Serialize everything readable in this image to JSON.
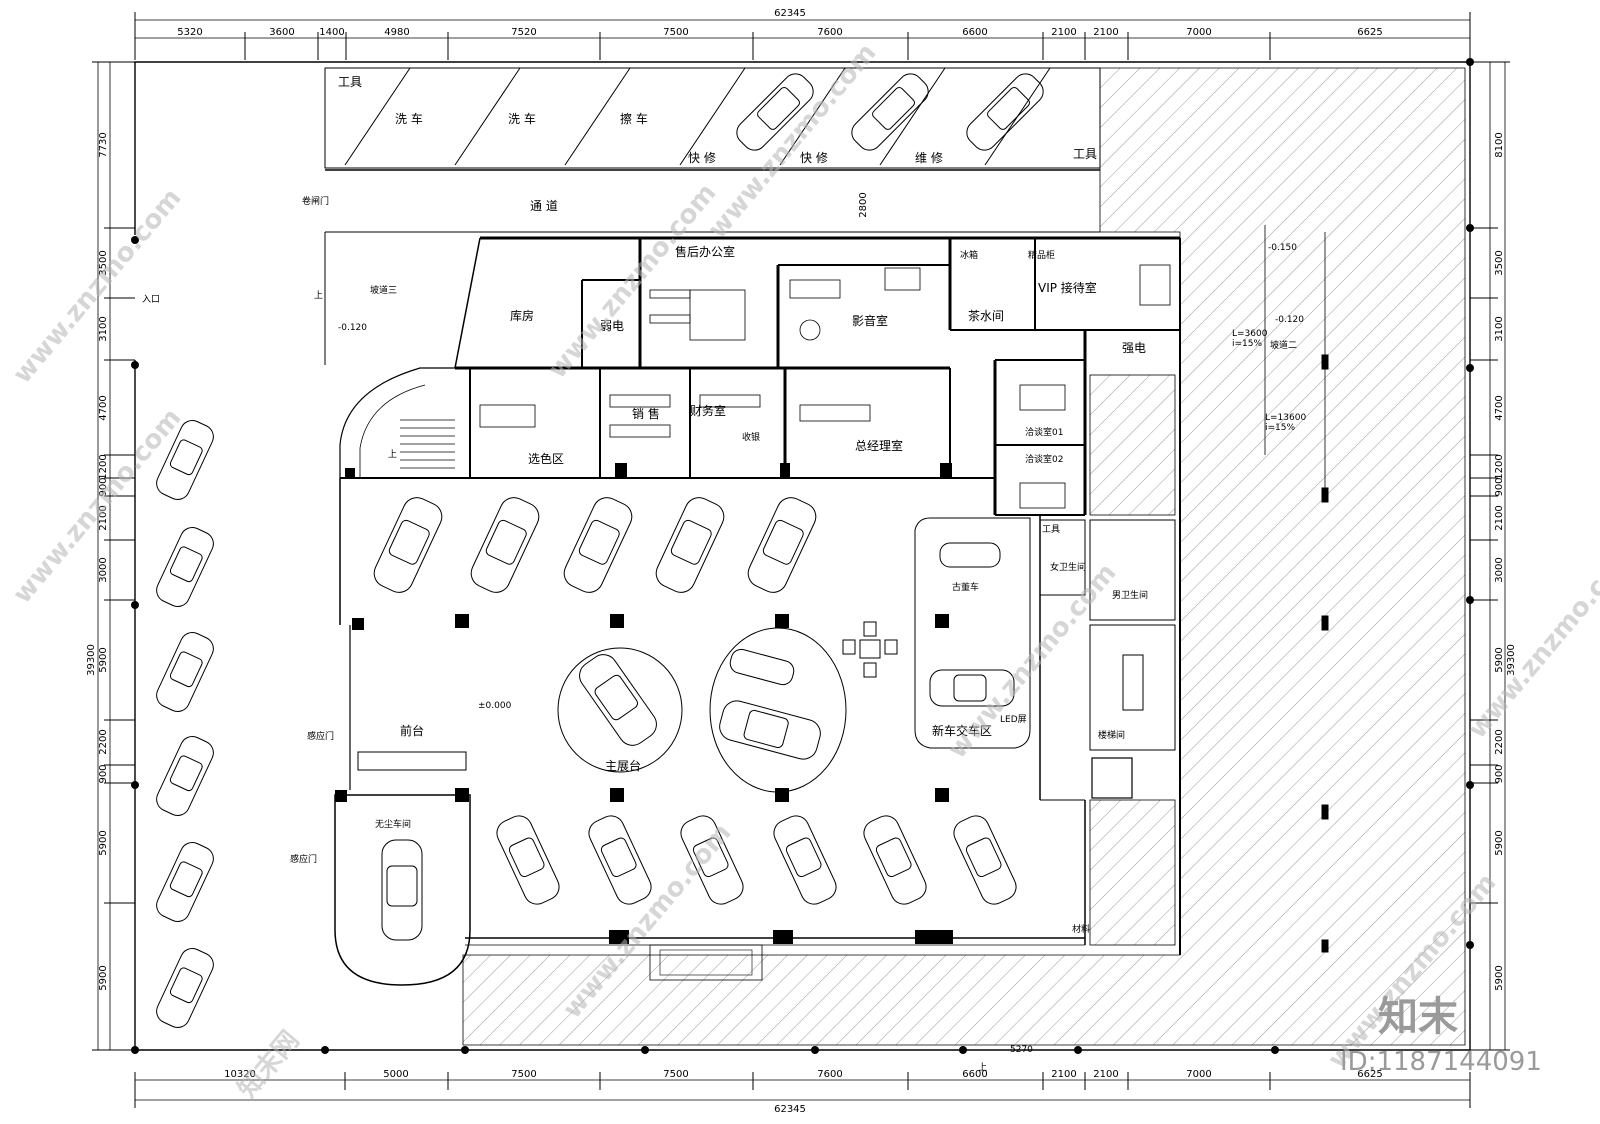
{
  "dimensions": {
    "total": "62345",
    "top": [
      "5320",
      "3600",
      "1400",
      "4980",
      "7520",
      "7500",
      "7600",
      "6600",
      "2100",
      "2100",
      "7000",
      "6625"
    ],
    "bottom": [
      "10320",
      "5000",
      "7500",
      "7500",
      "7600",
      "6600",
      "2100",
      "2100",
      "7000",
      "6625"
    ],
    "left": [
      "7730",
      "3500",
      "3100",
      "4700",
      "1200",
      "900",
      "2100",
      "3000",
      "5900",
      "2200",
      "900",
      "5900",
      "5900"
    ],
    "right": [
      "8100",
      "3500",
      "3100",
      "4700",
      "1200",
      "900",
      "2100",
      "3000",
      "5900",
      "2200",
      "900",
      "5900",
      "5900"
    ],
    "side_total": "39300",
    "corridor": "2800",
    "bottom_inner": "5270"
  },
  "rooms": {
    "tool_top": "工具",
    "wash1": "洗 车",
    "wash2": "洗 车",
    "wipe": "擦 车",
    "quick1": "快 修",
    "quick2": "快 修",
    "repair": "维 修",
    "tool_right": "工具",
    "corridor": "通 道",
    "roll_door": "卷闸门",
    "entrance": "入口",
    "ramp": "坡道三",
    "level1": "-0.120",
    "warehouse": "库房",
    "weak_elec": "弱电",
    "after_sales": "售后办公室",
    "av_room": "影音室",
    "fridge": "冰箱",
    "tea_room": "茶水间",
    "boutique": "精品柜",
    "vip": "VIP 接待室",
    "strong_elec": "强电",
    "color_area": "选色区",
    "sales": "销 售",
    "finance": "财务室",
    "cash": "收银",
    "gm": "总经理室",
    "nego1": "洽谈室01",
    "nego2": "洽谈室02",
    "tools_small": "工具",
    "women_wc": "女卫生间",
    "men_wc": "男卫生间",
    "classic": "古董车",
    "delivery": "新车交车区",
    "led": "LED屏",
    "main_stage": "主展台",
    "level0": "±0.000",
    "front_desk": "前台",
    "sensor_door1": "感应门",
    "sensor_door2": "感应门",
    "dust_free": "无尘车间",
    "stair_room": "楼梯间",
    "material": "材料",
    "up1": "上",
    "up2": "上",
    "up3": "上",
    "level2": "-0.150",
    "level3": "-0.120",
    "ramp2": "坡道二",
    "slope1": "L=3600",
    "slope1b": "i=15%",
    "slope2": "L=13600",
    "slope2b": "i=15%"
  },
  "watermark": {
    "site": "www.znzmo.com",
    "brand_cn": "知末网",
    "logo": "知末",
    "id": "ID:1187144091"
  }
}
